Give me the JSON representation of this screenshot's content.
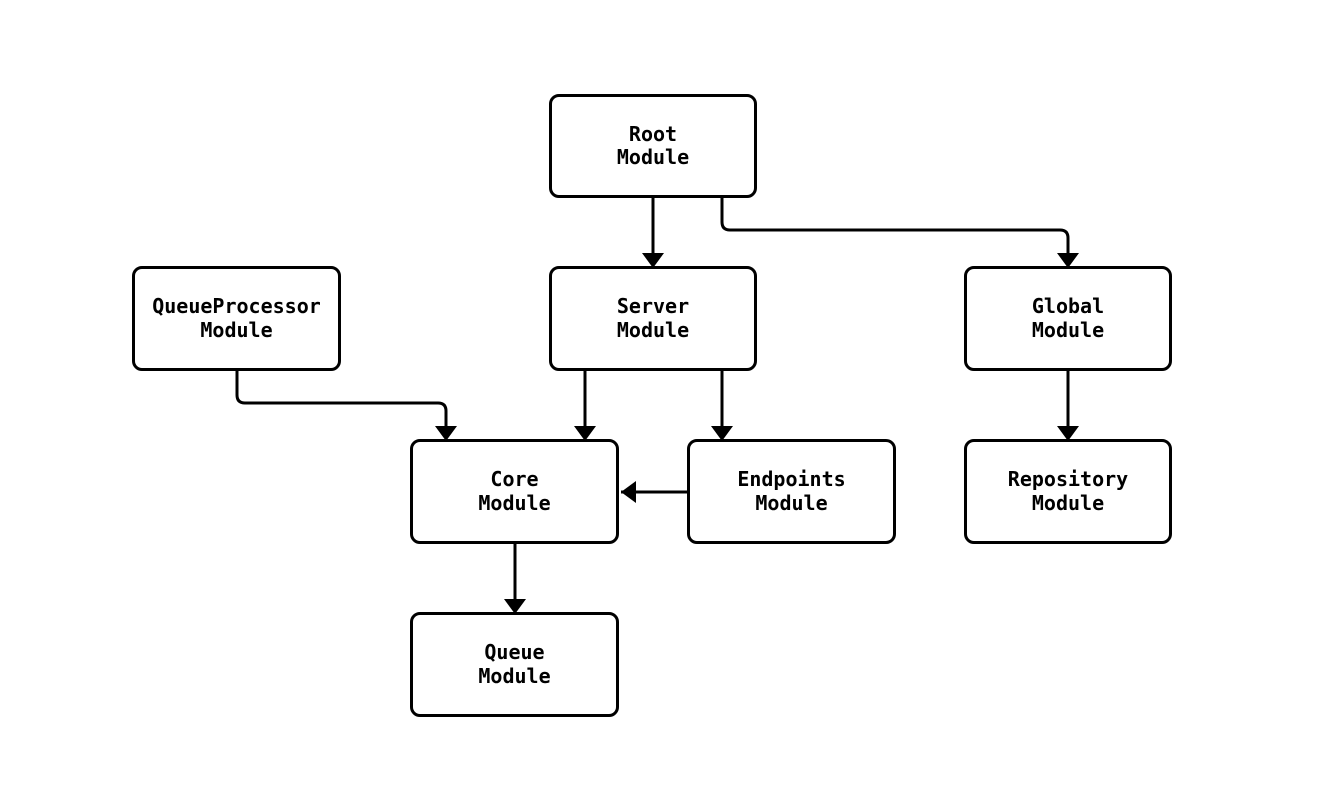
{
  "diagram": {
    "type": "module-dependency-flowchart",
    "background_color": "#ffffff",
    "line_color": "#000000",
    "text_color": "#000000",
    "nodes": [
      {
        "id": "root",
        "label": "Root\nModule"
      },
      {
        "id": "queueprocessor",
        "label": "QueueProcessor\nModule"
      },
      {
        "id": "server",
        "label": "Server\nModule"
      },
      {
        "id": "global",
        "label": "Global\nModule"
      },
      {
        "id": "core",
        "label": "Core\nModule"
      },
      {
        "id": "endpoints",
        "label": "Endpoints\nModule"
      },
      {
        "id": "repository",
        "label": "Repository\nModule"
      },
      {
        "id": "queue",
        "label": "Queue\nModule"
      }
    ],
    "edges": [
      {
        "from": "root",
        "to": "server"
      },
      {
        "from": "root",
        "to": "global"
      },
      {
        "from": "queueprocessor",
        "to": "core"
      },
      {
        "from": "server",
        "to": "core"
      },
      {
        "from": "server",
        "to": "endpoints"
      },
      {
        "from": "endpoints",
        "to": "core"
      },
      {
        "from": "global",
        "to": "repository"
      },
      {
        "from": "core",
        "to": "queue"
      }
    ]
  }
}
